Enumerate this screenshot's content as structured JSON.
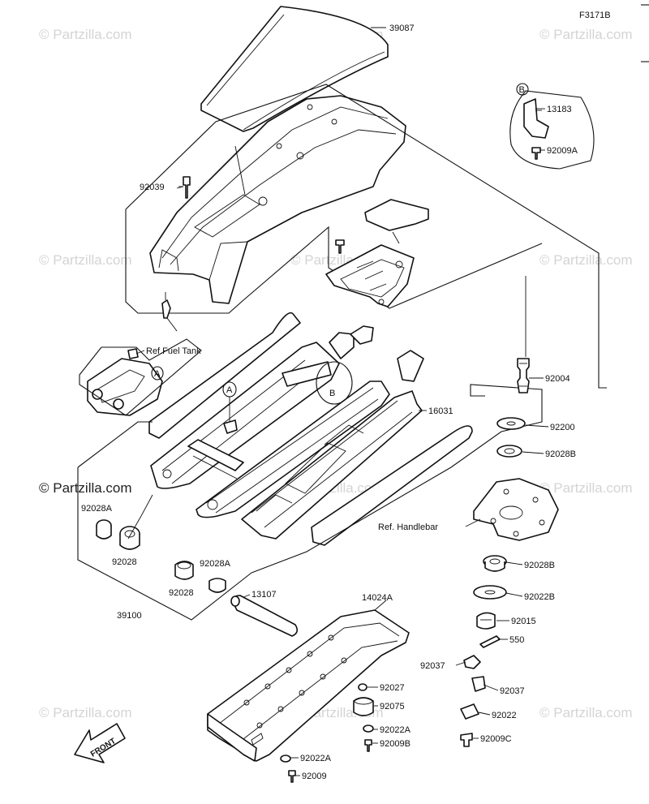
{
  "diagram_id": "F3171B",
  "watermark": {
    "text": "© Partzilla.com"
  },
  "callouts": {
    "A": "A",
    "B": "B"
  },
  "front_arrow_label": "FRONT",
  "part_labels": [
    {
      "id": "p39087",
      "text": "39087"
    },
    {
      "id": "p13183",
      "text": "13183"
    },
    {
      "id": "p92009A",
      "text": "92009A"
    },
    {
      "id": "p92039",
      "text": "92039"
    },
    {
      "id": "pRefFuel",
      "text": "Ref.Fuel Tank"
    },
    {
      "id": "p92004",
      "text": "92004"
    },
    {
      "id": "p16031",
      "text": "16031"
    },
    {
      "id": "p92200",
      "text": "92200"
    },
    {
      "id": "p92028B_1",
      "text": "92028B"
    },
    {
      "id": "pRefHandle",
      "text": "Ref. Handlebar"
    },
    {
      "id": "p92028B_2",
      "text": "92028B"
    },
    {
      "id": "p92022B",
      "text": "92022B"
    },
    {
      "id": "p92015",
      "text": "92015"
    },
    {
      "id": "p550",
      "text": "550"
    },
    {
      "id": "p92028A_1",
      "text": "92028A"
    },
    {
      "id": "p92028_1",
      "text": "92028"
    },
    {
      "id": "p92028A_2",
      "text": "92028A"
    },
    {
      "id": "p92028_2",
      "text": "92028"
    },
    {
      "id": "p39100",
      "text": "39100"
    },
    {
      "id": "p13107",
      "text": "13107"
    },
    {
      "id": "p14024A",
      "text": "14024A"
    },
    {
      "id": "p92037_1",
      "text": "92037"
    },
    {
      "id": "p92037_2",
      "text": "92037"
    },
    {
      "id": "p92027",
      "text": "92027"
    },
    {
      "id": "p92075",
      "text": "92075"
    },
    {
      "id": "p92022",
      "text": "92022"
    },
    {
      "id": "p92022A_1",
      "text": "92022A"
    },
    {
      "id": "p92009B",
      "text": "92009B"
    },
    {
      "id": "p92009C",
      "text": "92009C"
    },
    {
      "id": "p92022A_2",
      "text": "92022A"
    },
    {
      "id": "p92009",
      "text": "92009"
    }
  ]
}
